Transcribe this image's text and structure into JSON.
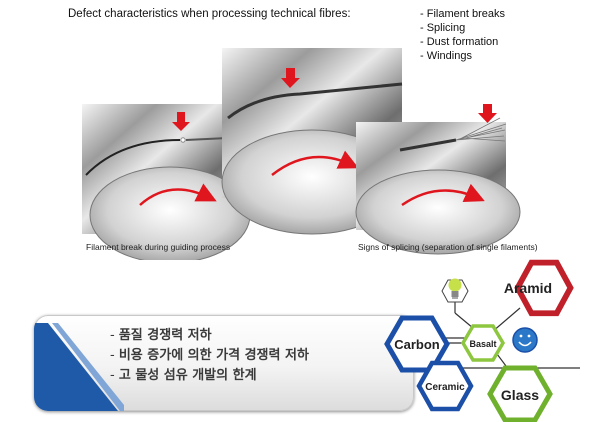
{
  "heading": "Defect characteristics when processing technical fibres:",
  "defects": [
    "- Filament breaks",
    "- Splicing",
    "- Dust formation",
    "- Windings"
  ],
  "captions": {
    "filament_break": "Filament break during guiding process",
    "splicing": "Signs of splicing (separation of single filaments)"
  },
  "korean_points": [
    "품질 경쟁력 저하",
    "비용 증가에 의한 가격 경쟁력 저하",
    "고 물성 섬유 개발의 한계"
  ],
  "fibers": {
    "aramid": "Aramid",
    "carbon": "Carbon",
    "basalt": "Basalt",
    "ceramic": "Ceramic",
    "glass": "Glass"
  },
  "colors": {
    "arrow_red": "#e0161e",
    "aramid": "#c0202a",
    "carbon": "#1b4fa8",
    "basalt": "#8dc63f",
    "ceramic": "#1b4fa8",
    "glass": "#6fb02c",
    "stripe_blue": "#1f5aa8"
  },
  "icons": [
    "lightbulb-icon",
    "smiley-icon"
  ]
}
